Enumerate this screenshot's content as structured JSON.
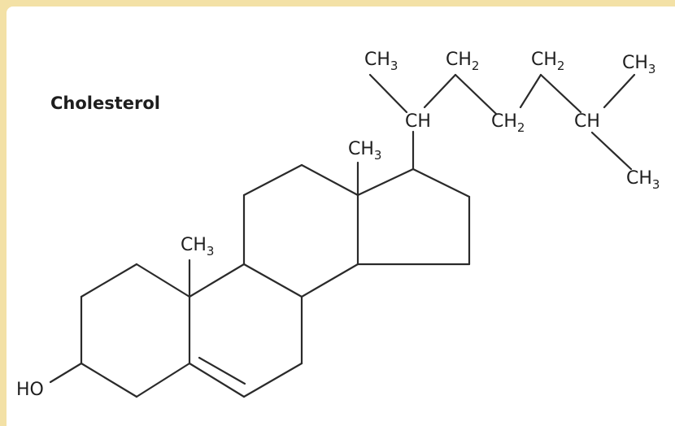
{
  "diagram": {
    "title": "Cholesterol",
    "labels": {
      "ch3": "CH",
      "ch2": "CH",
      "ch": "CH",
      "ho": "HO",
      "sub3": "3",
      "sub2": "2"
    }
  },
  "colors": {
    "border": "#f3e1a6",
    "background": "#ffffff",
    "ink": "#1e1e1e"
  }
}
